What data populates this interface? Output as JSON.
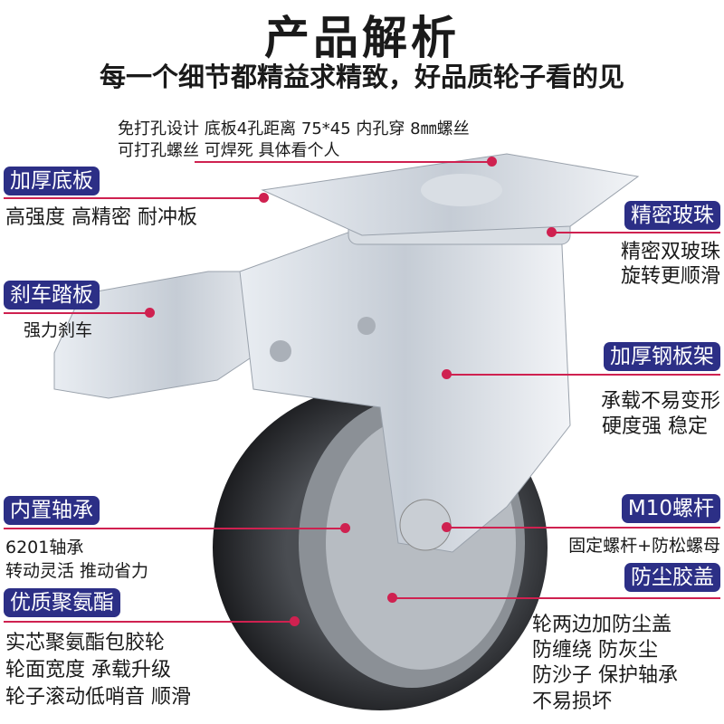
{
  "title": "产品解析",
  "subtitle": "每一个细节都精益求精致，好品质轮子看的见",
  "colors": {
    "badge": "#2c2f86",
    "pointer_line": "#cf2150"
  },
  "notes": {
    "mounting_line1": "免打孔设计 底板4孔距离 75*45 内孔穿 8㎜螺丝",
    "mounting_line2": "可打孔螺丝 可焊死 具体看个人"
  },
  "features": [
    {
      "badge": "加厚底板",
      "lines": [
        "高强度 高精密 耐冲板"
      ]
    },
    {
      "badge": "精密玻珠",
      "lines": [
        "精密双玻珠",
        "旋转更顺滑"
      ]
    },
    {
      "badge": "刹车踏板",
      "lines": [
        "强力刹车"
      ]
    },
    {
      "badge": "加厚钢板架",
      "lines": [
        "承载不易变形",
        "硬度强 稳定"
      ]
    },
    {
      "badge": "内置轴承",
      "lines": [
        "6201轴承",
        "转动灵活 推动省力"
      ]
    },
    {
      "badge": "M10螺杆",
      "lines": [
        "固定螺杆+防松螺母"
      ]
    },
    {
      "badge": "防尘胶盖",
      "lines": [
        "轮两边加防尘盖",
        "防缠绕 防灰尘",
        "防沙子 保护轴承",
        "不易损坏"
      ]
    },
    {
      "badge": "优质聚氨酯",
      "lines": [
        "实芯聚氨酯包胶轮",
        "轮面宽度 承载升级",
        "轮子滚动低哨音 顺滑"
      ]
    }
  ]
}
